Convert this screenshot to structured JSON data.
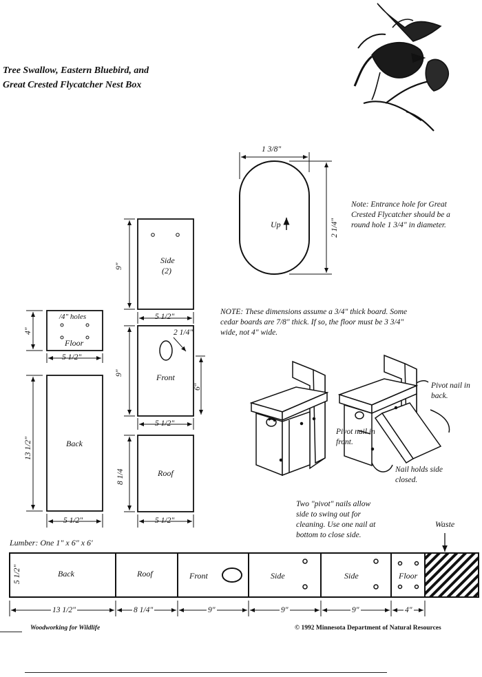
{
  "title": {
    "line1": "Tree Swallow, Eastern Bluebird, and",
    "line2": "Great Crested Flycatcher Nest Box"
  },
  "entrance_hole": {
    "width": "1 3/8\"",
    "height": "2 1/4\"",
    "up_label": "Up",
    "note": "Note: Entrance hole for Great Crested Flycatcher should be a round hole 1 3/4\" in diameter."
  },
  "thickness_note": "NOTE: These dimensions assume a 3/4\" thick board. Some cedar boards are 7/8\" thick. If so, the floor must be 3 3/4\" wide, not 4\" wide.",
  "panels": {
    "side": {
      "label": "Side",
      "count": "(2)",
      "width": "5 1/2\"",
      "height": "9\""
    },
    "floor": {
      "label": "Floor",
      "holes": "/4\" holes",
      "width": "5 1/2\"",
      "height": "4\""
    },
    "front": {
      "label": "Front",
      "width": "5 1/2\"",
      "height": "9\"",
      "hole_offset": "2 1/4\"",
      "hole_height": "6\""
    },
    "back": {
      "label": "Back",
      "width": "5 1/2\"",
      "height": "13 1/2\""
    },
    "roof": {
      "label": "Roof",
      "width": "5 1/2\"",
      "height": "8 1/4"
    }
  },
  "assembly": {
    "pivot_back": "Pivot nail in back.",
    "pivot_front": "Pivot nail in front.",
    "nail_holds": "Nail holds side closed.",
    "pivot_note": "Two \"pivot\" nails allow side to swing out for cleaning. Use one nail at bottom to close side."
  },
  "lumber": {
    "label": "Lumber: One 1\" x 6\" x 6'",
    "waste": "Waste",
    "board_width": "5 1/2\"",
    "pieces": [
      {
        "label": "Back",
        "length": "13 1/2\""
      },
      {
        "label": "Roof",
        "length": "8 1/4\""
      },
      {
        "label": "Front",
        "length": "9\""
      },
      {
        "label": "Side",
        "length": "9\""
      },
      {
        "label": "Side",
        "length": "9\""
      },
      {
        "label": "Floor",
        "length": "4\""
      }
    ]
  },
  "footer": {
    "left": "Woodworking for Wildlife",
    "right": "© 1992 Minnesota Department of Natural Resources"
  }
}
